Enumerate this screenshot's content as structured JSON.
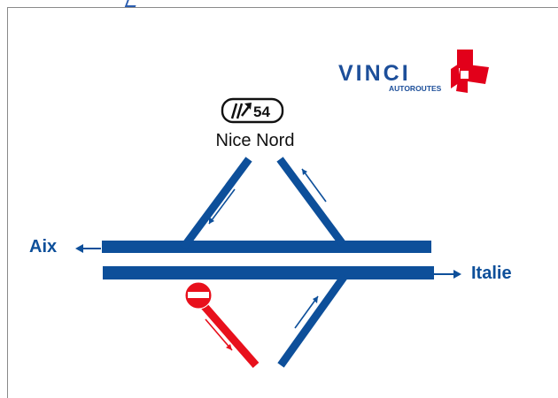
{
  "logo": {
    "brand": "VINCI",
    "subtitle": "AUTOROUTES"
  },
  "exit": {
    "number": "54",
    "name": "Nice Nord"
  },
  "destinations": {
    "west": "Aix",
    "east": "Italie"
  },
  "icons": {
    "exit_pictogram": "exit-icon",
    "no_entry": "no-entry-sign-icon"
  },
  "colors": {
    "road": "#0d4f9a",
    "wrong_way": "#e8101c",
    "logo_blue": "#1d4f9a",
    "logo_red": "#e2001a",
    "text": "#111111",
    "frame": "#8a8a8a"
  }
}
